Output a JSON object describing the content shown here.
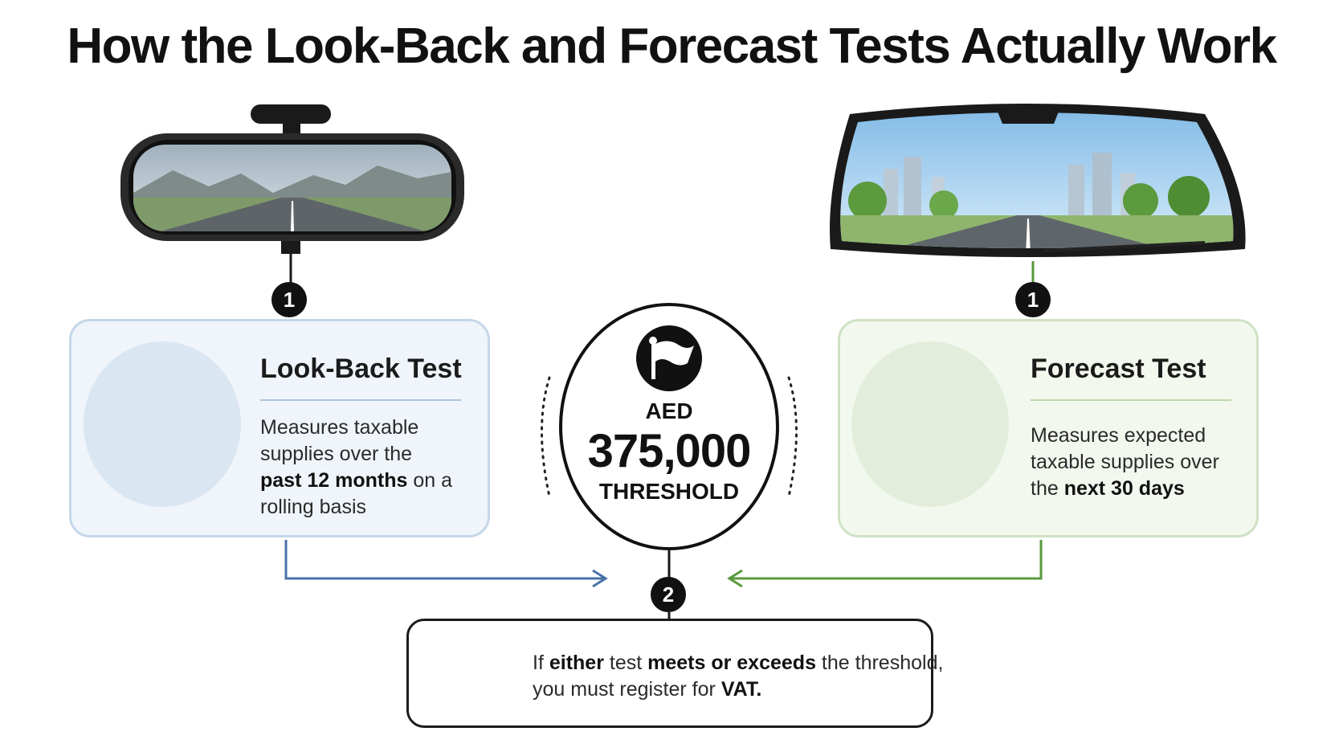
{
  "title": "How the Look-Back and Forecast Tests Actually Work",
  "look_back": {
    "step": "1",
    "title": "Look-Back Test",
    "desc_line1": "Measures taxable",
    "desc_line2": "supplies over the",
    "desc_line3_bold": "past 12 months",
    "desc_line3_rest": " on a",
    "desc_line4": "rolling basis",
    "icon": "calendar-clock-icon",
    "accent": "#4a72a8"
  },
  "forecast": {
    "step": "1",
    "title": "Forecast Test",
    "desc_line1": "Measures expected",
    "desc_line2": "taxable supplies over",
    "desc_line3_pre": "the ",
    "desc_line3_bold": "next 30 days",
    "icon": "growth-chart-icon",
    "accent": "#5a9a3e"
  },
  "threshold": {
    "top": "AED",
    "amount": "375,000",
    "bottom": "THRESHOLD",
    "icon": "flag-icon"
  },
  "result": {
    "step": "2",
    "icon": "clipboard-check-icon",
    "l1_a": "If ",
    "l1_b": "either",
    "l1_c": " test ",
    "l1_d": "meets or exceeds",
    "l1_e": " the threshold,",
    "l2_a": "you must register for ",
    "l2_b": "VAT."
  }
}
